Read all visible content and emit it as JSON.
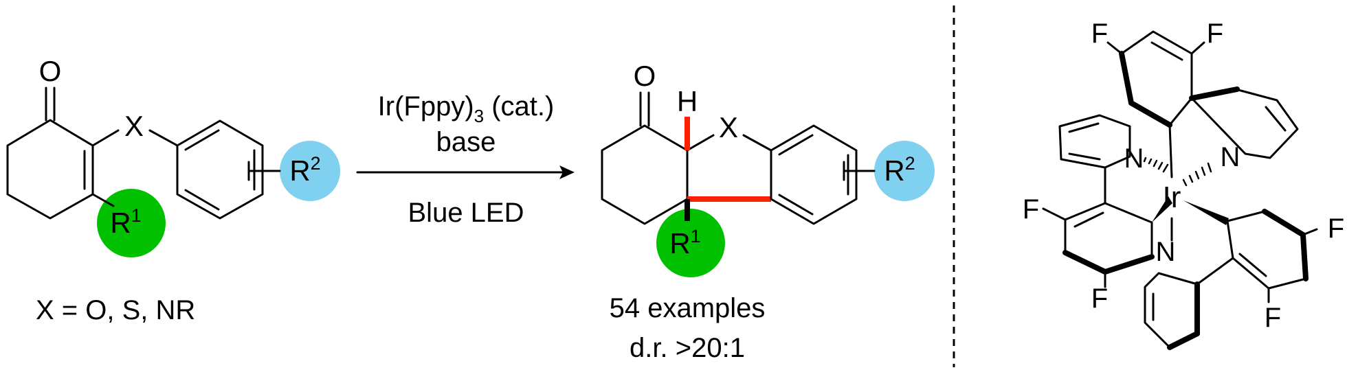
{
  "reactant": {
    "carbonyl_O": "O",
    "heteroatom": "X",
    "r1_symbol": "R",
    "r1_sup": "1",
    "r2_symbol": "R",
    "r2_sup": "2",
    "caption": "X = O, S, NR"
  },
  "conditions": {
    "catalyst_main": "Ir(Fppy)",
    "catalyst_sub": "3",
    "catalyst_tail": " (cat.)",
    "base": "base",
    "light": "Blue LED"
  },
  "product": {
    "carbonyl_O": "O",
    "hydrogen": "H",
    "heteroatom": "X",
    "r1_symbol": "R",
    "r1_sup": "1",
    "r2_symbol": "R",
    "r2_sup": "2",
    "examples": "54 examples",
    "dr": "d.r. >20:1"
  },
  "catalyst_structure": {
    "metal": "Ir",
    "F_labels": [
      "F",
      "F",
      "F",
      "F",
      "F",
      "F"
    ],
    "N_labels": [
      "N",
      "N",
      "N"
    ]
  },
  "colors": {
    "r1_circle": "#00c000",
    "r2_circle": "#80d0f0",
    "new_bonds": "#ff2000",
    "text": "#000000"
  }
}
